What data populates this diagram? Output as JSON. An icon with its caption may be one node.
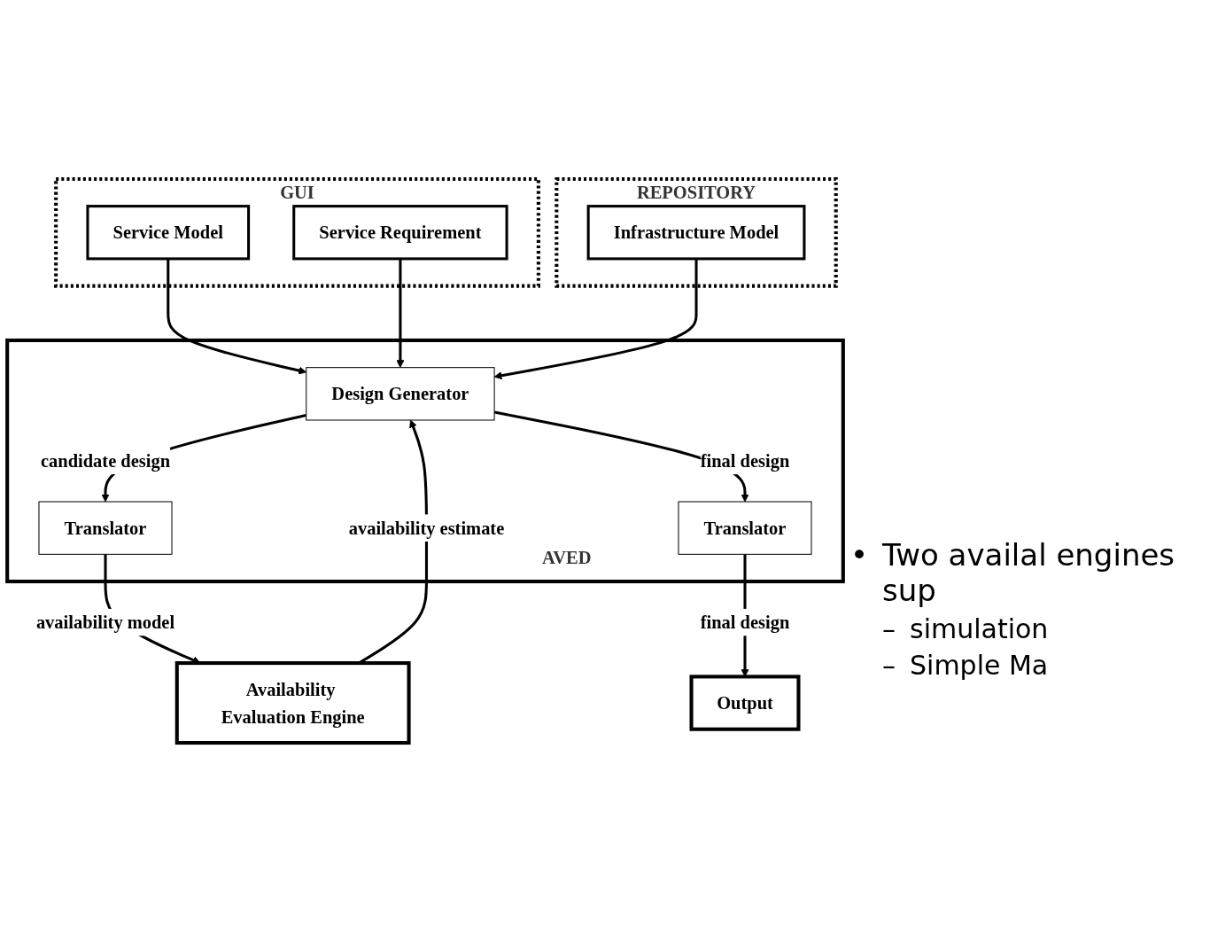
{
  "diagram": {
    "nodes": [
      {
        "text": [
          "GUI"
        ]
      },
      {
        "text": [
          "Service Model"
        ],
        "in": 0
      },
      {
        "text": [
          "Service Requirement"
        ],
        "in": 0
      },
      {
        "text": [
          "REPOSITORY"
        ]
      },
      {
        "text": [
          "Infrastructure Model"
        ],
        "in": 3
      },
      {
        "text": [
          "AVED"
        ]
      },
      {
        "text": [
          "Design Generator"
        ],
        "in": 5
      },
      {
        "text": [
          "Translator"
        ],
        "in": 5
      },
      {
        "text": [
          "Translator"
        ],
        "in": 5
      },
      {
        "text": [
          "Availability Evaluation Engine"
        ]
      },
      {
        "text": [
          "Output"
        ]
      }
    ],
    "edges": [
      {
        "from": 1,
        "to": 6,
        "arrow": "to"
      },
      {
        "from": 2,
        "to": 6,
        "arrow": "to"
      },
      {
        "from": 4,
        "to": 6,
        "arrow": "to"
      },
      {
        "from": 9,
        "to": 6,
        "arrow": "to",
        "label": "availability estimate"
      },
      {
        "from": 6,
        "to": 7,
        "arrow": "to",
        "label": "candidate design"
      },
      {
        "from": 6,
        "to": 8,
        "arrow": "to",
        "label": "final design"
      },
      {
        "from": 7,
        "to": 9,
        "arrow": "to",
        "label": "availability model"
      },
      {
        "from": 8,
        "to": 10,
        "arrow": "to",
        "label": "final design"
      }
    ],
    "labels": [
      "•",
      "Two availal engines sup",
      "–",
      "simulation",
      "–",
      "Simple Ma"
    ]
  }
}
